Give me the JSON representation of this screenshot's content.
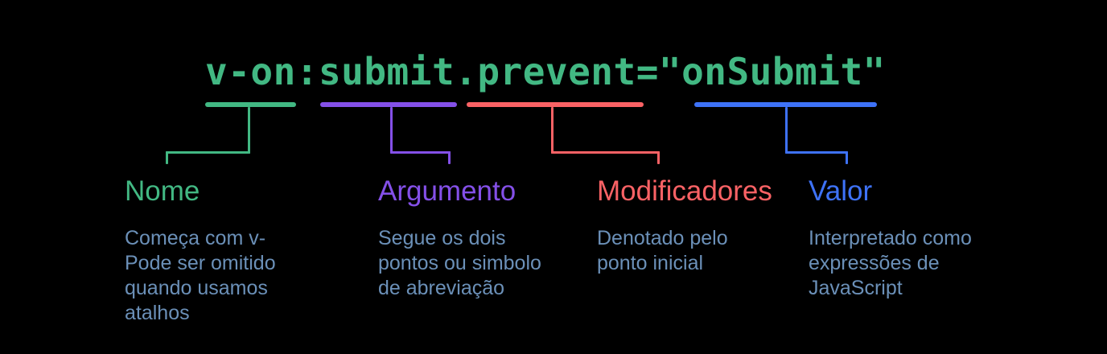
{
  "background": "#000000",
  "code": {
    "text": "v-on:submit.prevent=\"onSubmit\"",
    "color": "#42b883"
  },
  "body_text_color": "#6b90b8",
  "segments": [
    {
      "key": "nome",
      "underlined_code_part": "v-on",
      "label": "Nome",
      "description": "Começa com v-\nPode ser omitido\nquando usamos\natalhos",
      "color": "#42b883"
    },
    {
      "key": "argumento",
      "underlined_code_part": "submit",
      "label": "Argumento",
      "description": "Segue os dois\npontos ou simbolo\nde abreviação",
      "color": "#8450e8"
    },
    {
      "key": "modificadores",
      "underlined_code_part": ".prevent",
      "label": "Modificadores",
      "description": "Denotado pelo\nponto inicial",
      "color": "#fa6265"
    },
    {
      "key": "valor",
      "underlined_code_part": "\"onSubmit\"",
      "label": "Valor",
      "description": "Interpretado como\nexpressões de\nJavaScript",
      "color": "#3e72f7"
    }
  ]
}
